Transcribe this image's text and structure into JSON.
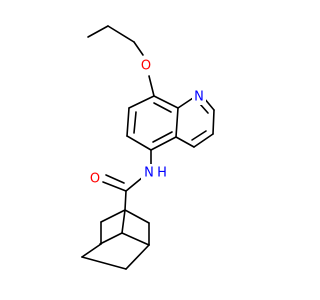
{
  "atoms": {
    "oxygen_ether": "O",
    "oxygen_carbonyl": "O",
    "nitrogen_ring": "N",
    "nitrogen_amide": "N",
    "hydrogen_amide": "H"
  },
  "colors": {
    "oxygen": "#ff0000",
    "nitrogen": "#0000ff",
    "bond": "#000000",
    "background": "#ffffff"
  }
}
